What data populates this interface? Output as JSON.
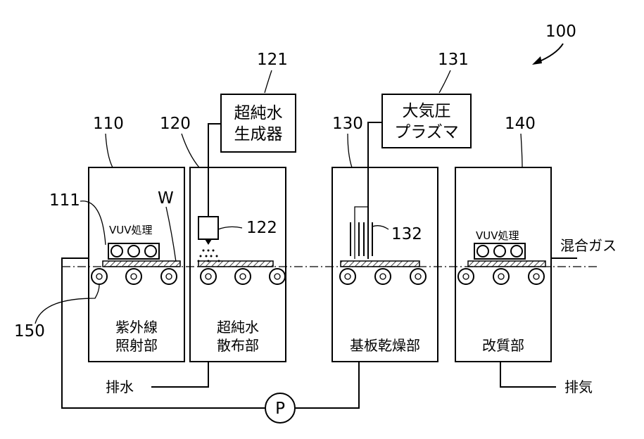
{
  "labels": {
    "system": "100",
    "unit_uv": "110",
    "unit_water": "120",
    "water_gen_ref": "121",
    "nozzle_ref": "122",
    "unit_dry": "130",
    "plasma_ref": "131",
    "plasma_nozzle_ref": "132",
    "unit_modify": "140",
    "lamp_ref": "111",
    "conveyor_ref": "150",
    "wafer": "W"
  },
  "boxes": {
    "water_gen_line1": "超純水",
    "water_gen_line2": "生成器",
    "plasma_line1": "大気圧",
    "plasma_line2": "プラズマ"
  },
  "units": {
    "uv_line1": "紫外線",
    "uv_line2": "照射部",
    "water_line1": "超純水",
    "water_line2": "散布部",
    "dry": "基板乾燥部",
    "modify": "改質部"
  },
  "vuv_label_1": "VUV処理",
  "vuv_label_2": "VUV処理",
  "mixed_gas": "混合ガス",
  "drain": "排水",
  "exhaust": "排気",
  "pump": "P"
}
